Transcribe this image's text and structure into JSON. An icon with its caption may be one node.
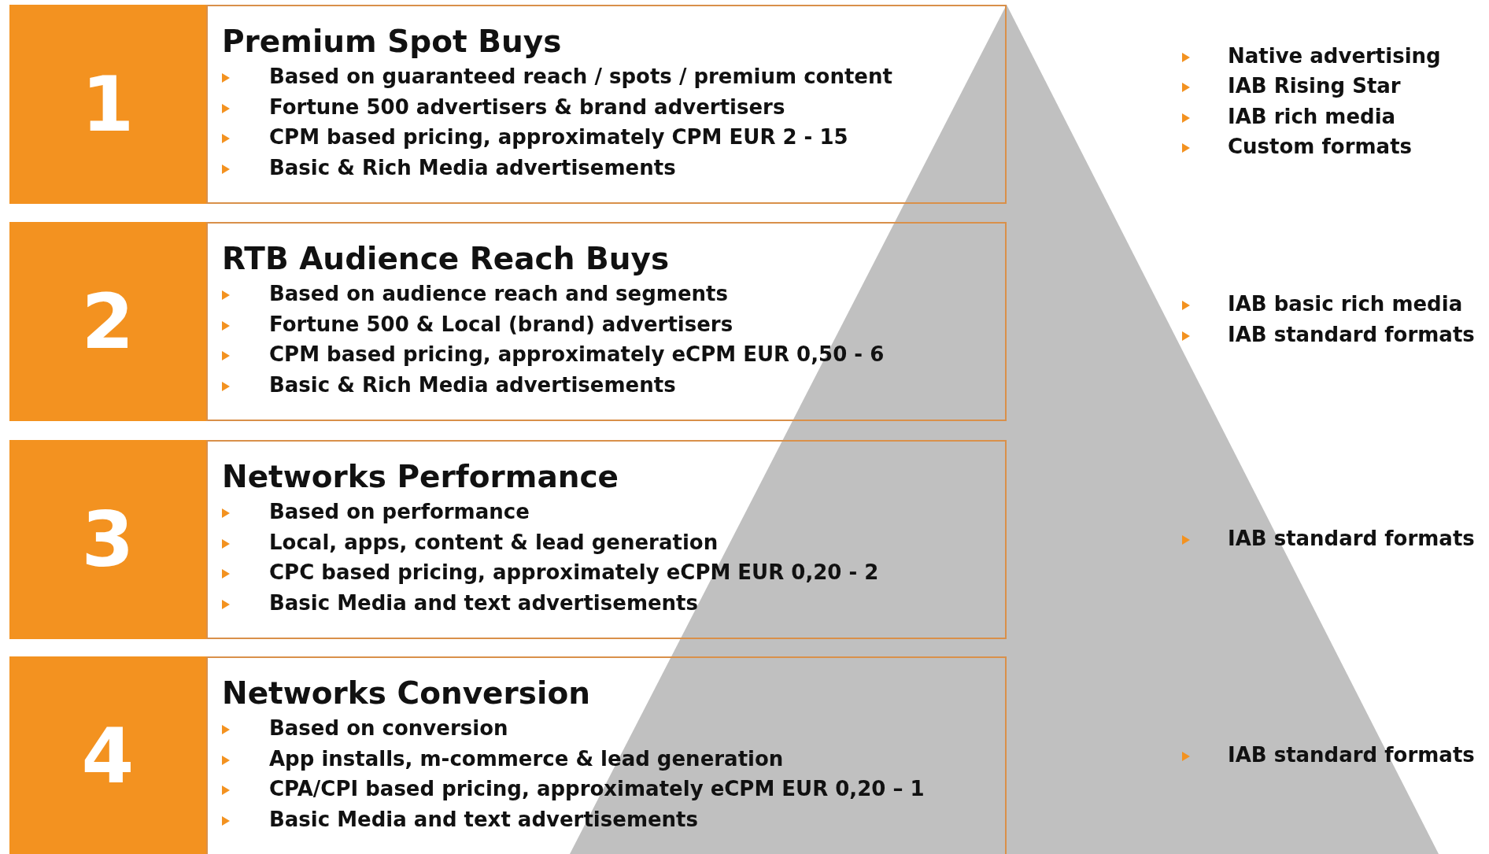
{
  "diagram": {
    "nodes": [
      {
        "text": [
          "1"
        ]
      },
      {
        "text": [
          "Premium Spot Buys",
          "Based on guaranteed reach / spots / premium content",
          "Fortune 500 advertisers & brand advertisers",
          "CPM based pricing, approximately CPM EUR 2 - 15",
          "Basic & Rich Media advertisements"
        ]
      },
      {
        "text": [
          "2"
        ]
      },
      {
        "text": [
          "RTB Audience Reach Buys",
          "Based on audience reach and segments",
          "Fortune 500 & Local (brand) advertisers",
          "CPM based pricing, approximately eCPM EUR 0,50 - 6",
          "Basic & Rich Media advertisements"
        ]
      },
      {
        "text": [
          "3"
        ]
      },
      {
        "text": [
          "Networks Performance",
          "Based on performance",
          "Local, apps, content & lead generation",
          "CPC based pricing, approximately eCPM EUR 0,20 - 2",
          "Basic Media and text advertisements"
        ]
      },
      {
        "text": [
          "4"
        ]
      },
      {
        "text": [
          "Networks Conversion",
          "Based on conversion",
          "App installs, m-commerce & lead generation",
          "CPA/CPI based pricing, approximately eCPM EUR 0,20 – 1",
          "Basic Media and text advertisements"
        ]
      }
    ],
    "labels": [
      "Native advertising",
      "IAB Rising Star",
      "IAB rich media",
      "Custom formats",
      "IAB basic rich media",
      "IAB standard formats",
      "IAB standard formats",
      "IAB standard formats"
    ]
  }
}
